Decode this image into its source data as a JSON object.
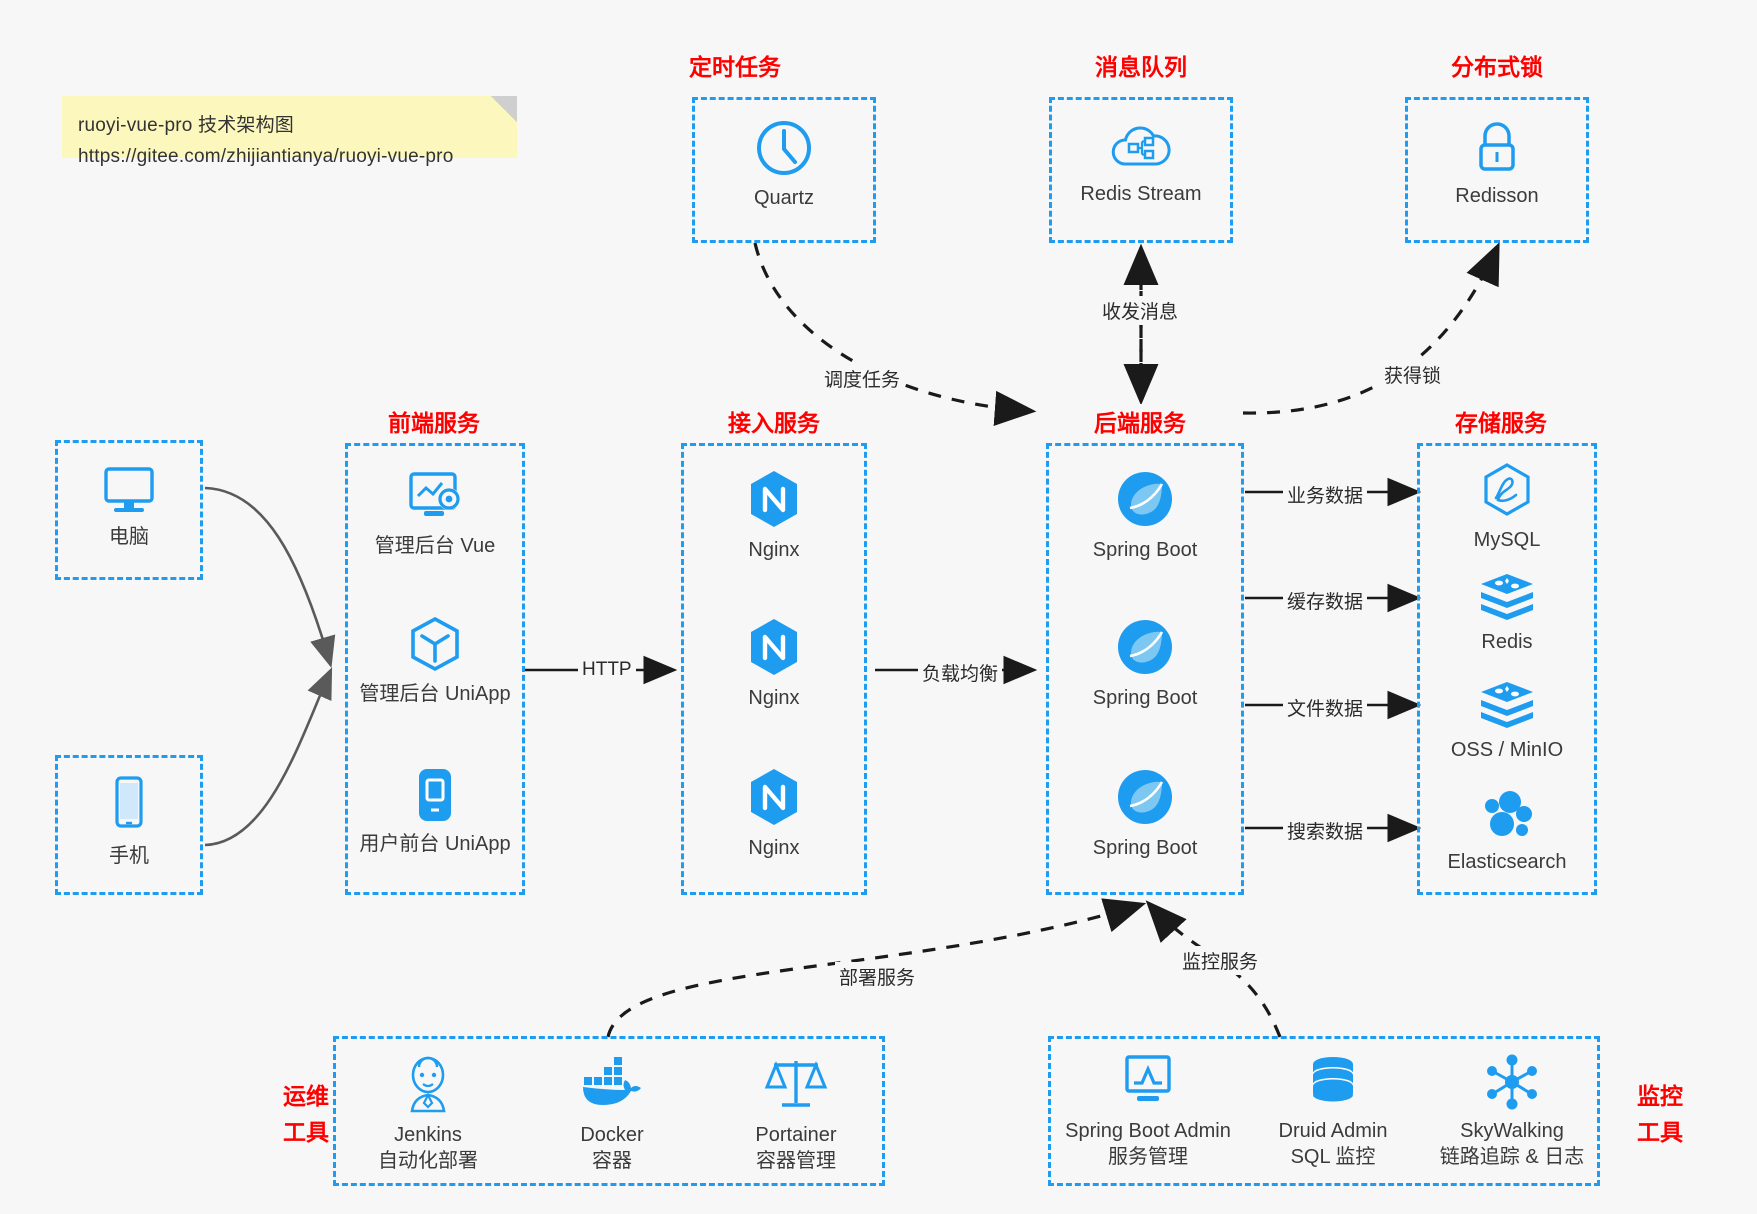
{
  "note": {
    "line1": "ruoyi-vue-pro 技术架构图",
    "line2": "https://gitee.com/zhijiantianya/ruoyi-vue-pro"
  },
  "colors": {
    "accent_blue": "#1e9cf0",
    "title_red": "#ff0000",
    "arrow_gray": "#5a5a5a",
    "arrow_black": "#1a1a1a",
    "background": "#f7f7f7",
    "note_yellow": "#fbf7bd"
  },
  "groups": {
    "scheduler": {
      "title": "定时任务",
      "items": [
        {
          "label": "Quartz",
          "icon": "clock-icon"
        }
      ]
    },
    "mq": {
      "title": "消息队列",
      "items": [
        {
          "label": "Redis Stream",
          "icon": "cloud-stream-icon"
        }
      ]
    },
    "lock": {
      "title": "分布式锁",
      "items": [
        {
          "label": "Redisson",
          "icon": "lock-icon"
        }
      ]
    },
    "client_pc": {
      "items": [
        {
          "label": "电脑",
          "icon": "desktop-icon"
        }
      ]
    },
    "client_mobile": {
      "items": [
        {
          "label": "手机",
          "icon": "mobile-icon"
        }
      ]
    },
    "frontend": {
      "title": "前端服务",
      "items": [
        {
          "label": "管理后台 Vue",
          "icon": "monitor-gear-icon"
        },
        {
          "label": "管理后台 UniApp",
          "icon": "cube-icon"
        },
        {
          "label": "用户前台 UniApp",
          "icon": "phone-app-icon"
        }
      ]
    },
    "gateway": {
      "title": "接入服务",
      "items": [
        {
          "label": "Nginx",
          "icon": "nginx-icon"
        },
        {
          "label": "Nginx",
          "icon": "nginx-icon"
        },
        {
          "label": "Nginx",
          "icon": "nginx-icon"
        }
      ]
    },
    "backend": {
      "title": "后端服务",
      "items": [
        {
          "label": "Spring Boot",
          "icon": "spring-boot-icon"
        },
        {
          "label": "Spring Boot",
          "icon": "spring-boot-icon"
        },
        {
          "label": "Spring Boot",
          "icon": "spring-boot-icon"
        }
      ]
    },
    "storage": {
      "title": "存储服务",
      "items": [
        {
          "label": "MySQL",
          "icon": "mysql-icon"
        },
        {
          "label": "Redis",
          "icon": "redis-icon"
        },
        {
          "label": "OSS / MinIO",
          "icon": "redis-icon"
        },
        {
          "label": "Elasticsearch",
          "icon": "elasticsearch-icon"
        }
      ]
    },
    "devops": {
      "title_line1": "运维",
      "title_line2": "工具",
      "items": [
        {
          "label": "Jenkins",
          "sub": "自动化部署",
          "icon": "jenkins-icon"
        },
        {
          "label": "Docker",
          "sub": "容器",
          "icon": "docker-icon"
        },
        {
          "label": "Portainer",
          "sub": "容器管理",
          "icon": "scales-icon"
        }
      ]
    },
    "monitor": {
      "title_line1": "监控",
      "title_line2": "工具",
      "items": [
        {
          "label": "Spring Boot Admin",
          "sub": "服务管理",
          "icon": "monitor-chart-icon"
        },
        {
          "label": "Druid Admin",
          "sub": "SQL 监控",
          "icon": "database-icon"
        },
        {
          "label": "SkyWalking",
          "sub": "链路追踪 & 日志",
          "icon": "skywalking-icon"
        }
      ]
    }
  },
  "edges": {
    "schedule_task": "调度任务",
    "send_recv_message": "收发消息",
    "acquire_lock": "获得锁",
    "http": "HTTP",
    "load_balance": "负载均衡",
    "business_data": "业务数据",
    "cache_data": "缓存数据",
    "file_data": "文件数据",
    "search_data": "搜索数据",
    "deploy_service": "部署服务",
    "monitor_service": "监控服务"
  }
}
